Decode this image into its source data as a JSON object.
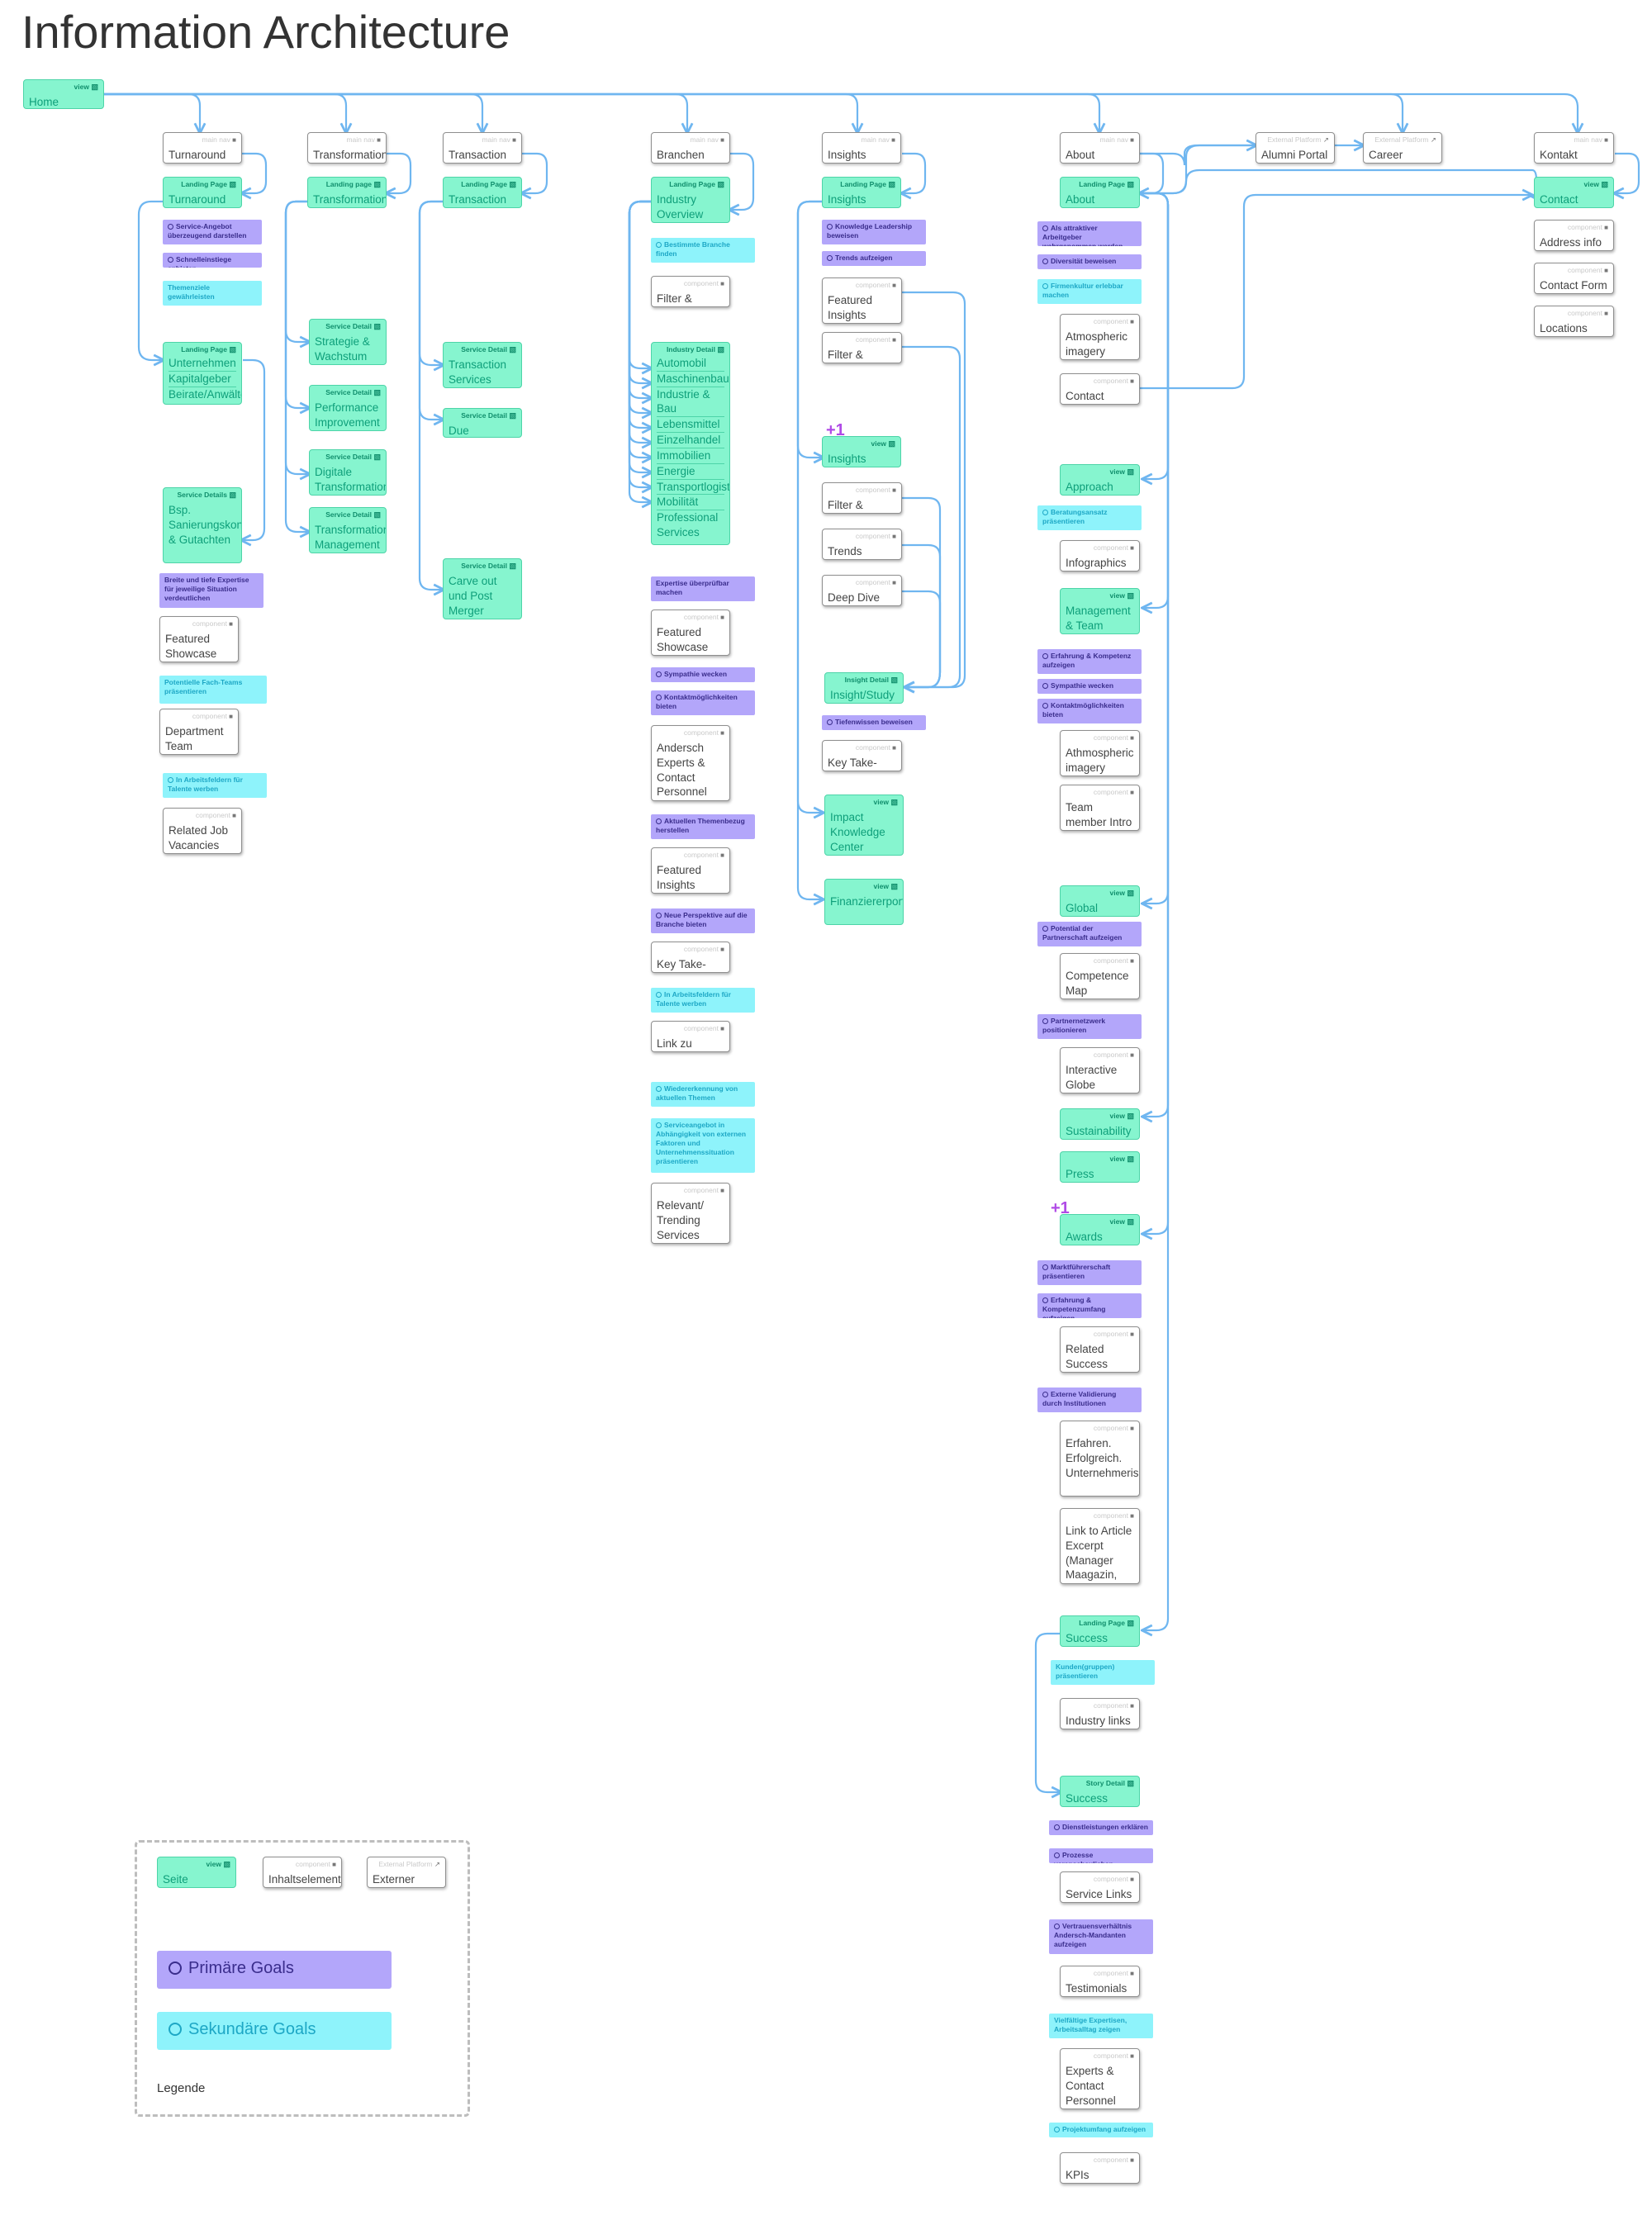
{
  "title": "Information Architecture",
  "colors": {
    "page": "#86f5cf",
    "primary_goal": "#b3a6fa",
    "secondary_goal": "#8ef3fb",
    "connector": "#6fb6f0"
  },
  "categories": {
    "view": "view",
    "landing_page": "Landing Page",
    "landing_page_lower": "Landing page",
    "service_detail": "Service Detail",
    "service_details": "Service Details",
    "industry_detail": "Industry Detail",
    "insight_detail": "Insight Detail",
    "story_detail": "Story Detail",
    "main_nav": "main nav",
    "component": "component",
    "external": "External Platform"
  },
  "home": {
    "label": "Home"
  },
  "nav": {
    "turnaround": "Turnaround",
    "transformation": "Transformation",
    "transaction": "Transaction",
    "branchen": "Branchen",
    "insights": "Insights",
    "about": "About Andersch",
    "alumni": "Alumni Portal",
    "career": "Career Center",
    "kontakt": "Kontakt"
  },
  "turnaround": {
    "landing": "Turnaround",
    "goals": [
      "Service-Angebot überzeugend darstellen",
      "Schnelleinstiege anbieten",
      "Themenziele gewährleisten"
    ],
    "unternehmen": [
      "Unternehmen",
      "Kapitalgeber",
      "Beirate/Anwälte"
    ],
    "service_details_label": "Bsp. Sanierungskonzepte & Gutachten",
    "goal_expertise": "Breite und tiefe Expertise für jeweilige Situation verdeutlichen",
    "featured_showcase": "Featured Showcase",
    "goal_fachteams": "Potentielle Fach-Teams präsentieren",
    "department_team": "Department Team",
    "goal_talente": "In Arbeitsfeldern für Talente werben",
    "related_jobs": "Related Job Vacancies"
  },
  "transformation": {
    "landing": "Transformation",
    "details": [
      "Strategie & Wachstum",
      "Performance Improvement",
      "Digitale Transformation",
      "Transformation Management"
    ]
  },
  "transaction": {
    "landing": "Transaction",
    "details": [
      "Transaction Services",
      "Due Diligences",
      "Carve out und Post Merger Integration"
    ]
  },
  "branchen": {
    "landing": "Industry Overview",
    "goal_branche": "Bestimmte Branche finden",
    "filter": "Filter & Search",
    "industries": [
      "Automobil",
      "Maschinenbau",
      "Industrie & Bau",
      "Lebensmittel",
      "Einzelhandel",
      "Immobilien",
      "Energie",
      "Transportlogistik",
      "Mobilität",
      "Professional Services"
    ],
    "goal_expertise": "Expertise überprüfbar machen",
    "featured_showcase": "Featured Showcase",
    "goal_sympathie": "Sympathie wecken",
    "goal_kontakt": "Kontaktmöglichkeiten bieten",
    "experts": "Andersch Experts & Contact Personnel",
    "goal_thema": "Aktuellen Themenbezug herstellen",
    "featured_insights": "Featured Insights",
    "goal_perspektive": "Neue Perspektive auf die Branche bieten",
    "key_takeaways": "Key Take-Aways",
    "goal_talente": "In Arbeitsfeldern für Talente werben",
    "link_karriere": "Link zu Karriere",
    "goal_wiedererkennung": "Wiedererkennung von aktuellen Themen",
    "goal_serviceangebot": "Serviceangebot in Abhängigkeit von externen Faktoren und Unternehmenssituation präsentieren",
    "relevant_services": "Relevant/ Trending Services"
  },
  "insights": {
    "landing": "Insights",
    "goal_knowledge": "Knowledge Leadership beweisen",
    "goal_trends": "Trends aufzeigen",
    "featured": "Featured Insights",
    "filter": "Filter & Search",
    "library": "Insights Library",
    "plus": "+1",
    "filter2": "Filter & Search",
    "trends": "Trends",
    "deep_dive": "Deep Dive",
    "study": "Insight/Study",
    "goal_tiefe": "Tiefenwissen beweisen",
    "key_takeaways": "Key Take-Aways",
    "impact": "Impact Knowledge Center",
    "finanzierer": "Finanziererportal"
  },
  "about": {
    "landing": "About Andersch",
    "goal_arbeitgeber": "Als attraktiver Arbeitgeber wahrgenommen werden",
    "goal_diversitaet": "Diversität beweisen",
    "goal_firmenkultur": "Firmenkultur erlebbar machen",
    "atmospheric": "Atmospheric imagery",
    "contact_callout": "Contact Callout",
    "approach": "Approach",
    "goal_beratung": "Beratungsansatz präsentieren",
    "infographics": "Infographics",
    "management": "Management & Team",
    "goal_erfahrung": "Erfahrung & Kompetenz aufzeigen",
    "goal_sympathie": "Sympathie wecken",
    "goal_kontakt": "Kontaktmöglichkeiten bieten",
    "athmospheric": "Athmospheric imagery",
    "team_intro": "Team member Intro Card",
    "global": "Global Affiliates",
    "goal_partnerschaft": "Potential der Partnerschaft aufzeigen",
    "competence_map": "Competence Map",
    "goal_partnernetzwerk": "Partnernetzwerk positionieren",
    "globe": "Interactive Globe",
    "sustainability": "Sustainability",
    "press": "Press",
    "awards": "Awards",
    "plus": "+1",
    "goal_markt": "Marktführerschaft präsentieren",
    "goal_umfang": "Erfahrung & Kompetenzumfang aufzeigen",
    "related_success": "Related Success Stories",
    "goal_validierung": "Externe Validierung durch Institutionen",
    "erfahren": "Erfahren. Erfolgreich. Unternehmerisch.",
    "link_article": "Link to Article Excerpt (Manager Maagazin, etc.)",
    "success_stories": "Success Stories",
    "goal_kunden": "Kunden(gruppen) präsentieren",
    "industry_links": "Industry links",
    "success_story": "Success Story",
    "goal_dienst": "Dienstleistungen erklären",
    "goal_prozesse": "Prozesse veranschaulichen",
    "service_links": "Service Links",
    "goal_vertrauen": "Vertrauensverhältnis Andersch-Mandanten aufzeigen",
    "testimonials": "Testimonials",
    "goal_vielfalt": "Vielfältige Expertisen, Arbeitsalltag zeigen",
    "experts": "Experts & Contact Personnel",
    "goal_projekt": "Projektumfang aufzeigen",
    "kpis": "KPIs"
  },
  "kontakt": {
    "contact": "Contact",
    "address": "Address info",
    "form": "Contact Form",
    "locations": "Locations"
  },
  "legend": {
    "seite": "Seite",
    "inhaltselement": "Inhaltselement",
    "extern": "Externer Inhalt",
    "primary": "Primäre Goals",
    "secondary": "Sekundäre Goals",
    "caption": "Legende"
  }
}
